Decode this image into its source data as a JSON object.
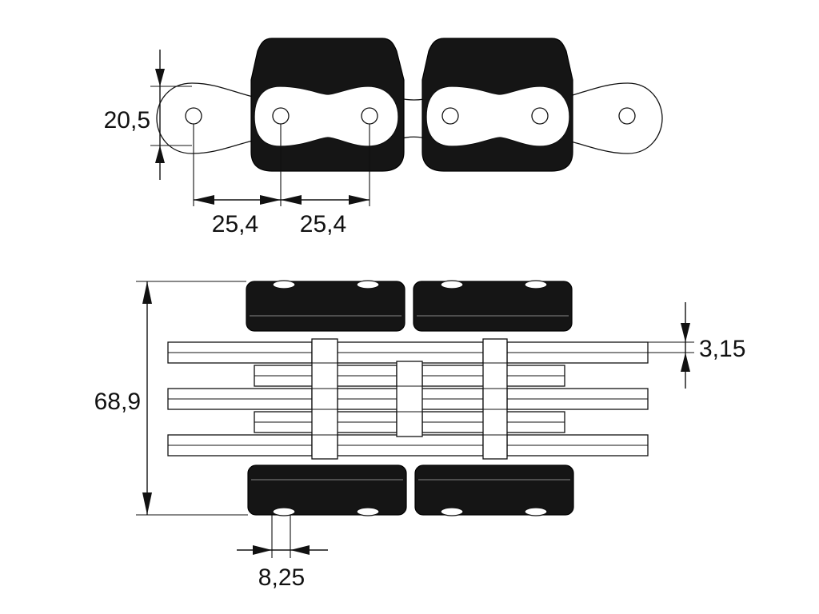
{
  "drawing": {
    "dimensions": {
      "link_height": "20,5",
      "pitch_left": "25,4",
      "pitch_right": "25,4",
      "overall_width": "68,9",
      "plate_thickness": "3,15",
      "roller_gap": "8,25"
    },
    "colors": {
      "ink": "#111111",
      "shoe_fill": "#151515",
      "background": "#ffffff"
    }
  }
}
